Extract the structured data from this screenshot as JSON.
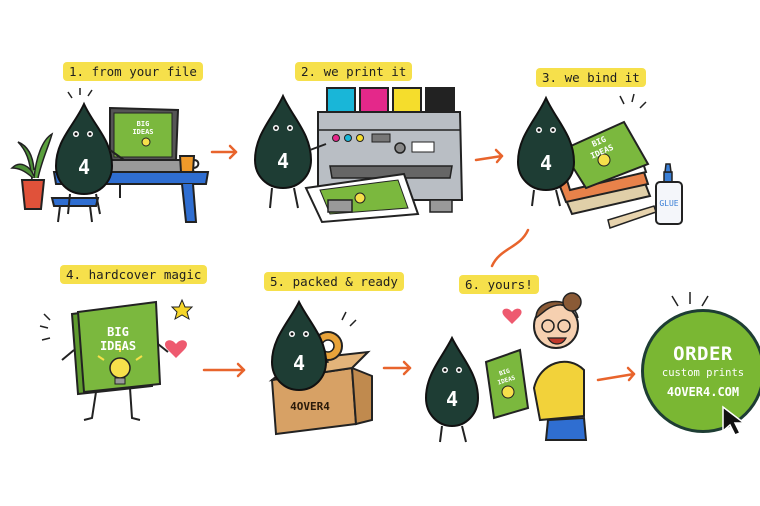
{
  "colors": {
    "highlight": "#f6e04b",
    "drop": "#1e3d34",
    "book_green": "#7bb83e",
    "cta_green": "#7ab733",
    "arrow": "#e8642c",
    "desk_blue": "#2f6ed1",
    "cardboard": "#d7a165",
    "cyan": "#19b6d8",
    "magenta": "#e4288a",
    "yellow": "#f5dd2c",
    "black": "#222222"
  },
  "steps": [
    {
      "label": "1. from your file"
    },
    {
      "label": "2. we print it"
    },
    {
      "label": "3. we bind it"
    },
    {
      "label": "4. hardcover magic"
    },
    {
      "label": "5. packed & ready"
    },
    {
      "label": "6. yours!"
    }
  ],
  "mascot_number": "4",
  "book_title_line1": "BIG",
  "book_title_line2": "IDEAS",
  "glue_label": "GLUE",
  "box_label": "4OVER4",
  "cta": {
    "line1": "ORDER",
    "line2": "custom prints",
    "line3": "4OVER4.COM"
  },
  "icons": [
    "laptop-icon",
    "printer-icon",
    "glue-bottle-icon",
    "lightbulb-icon",
    "heart-icon",
    "star-icon",
    "cursor-icon",
    "plant-icon",
    "mug-icon",
    "tape-dispenser-icon"
  ]
}
